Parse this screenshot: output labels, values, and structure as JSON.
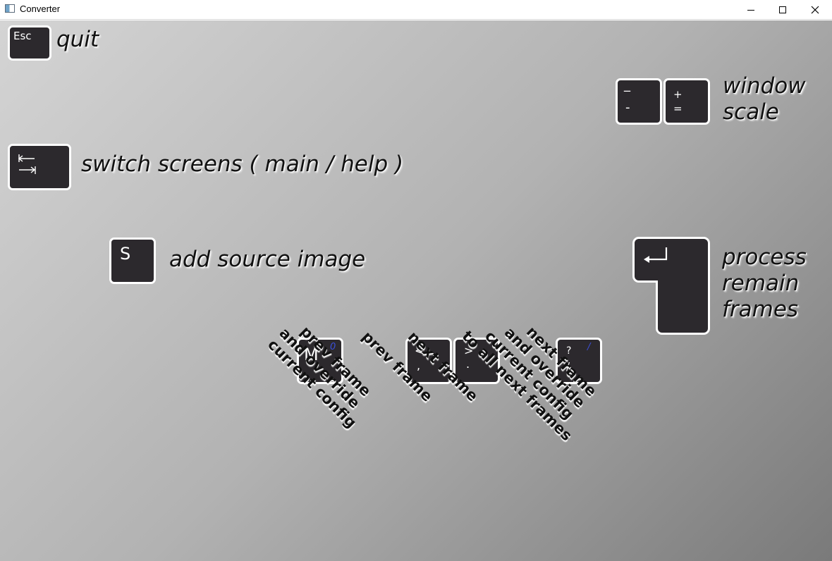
{
  "window": {
    "title": "Converter"
  },
  "keys": {
    "esc": {
      "label": "Esc",
      "desc": "quit"
    },
    "minus": {
      "top": "_",
      "bottom": "-"
    },
    "plus": {
      "top": "+",
      "bottom": "="
    },
    "scale_desc_1": "window",
    "scale_desc_2": "scale",
    "tab": {
      "desc": "switch screens ( main / help )"
    },
    "s": {
      "label": "S",
      "desc": "add source image"
    },
    "enter": {
      "desc_1": "process",
      "desc_2": "remain",
      "desc_3": "frames"
    },
    "m": {
      "label": "M",
      "alt": "0",
      "desc": "prev frame\nand override\ncurrent config"
    },
    "comma": {
      "top": "<",
      "bottom": ",",
      "desc": "prev frame"
    },
    "period": {
      "top": ">",
      "bottom": ".",
      "desc": "next frame"
    },
    "slash": {
      "top": "?",
      "bottom": "/",
      "alt": "/",
      "desc": "next frame\nand override\ncurrent config\nto all next frames"
    }
  },
  "colors": {
    "key_bg": "#2c292d",
    "key_border": "#ffffff",
    "alt_label": "#3b4fd8"
  }
}
